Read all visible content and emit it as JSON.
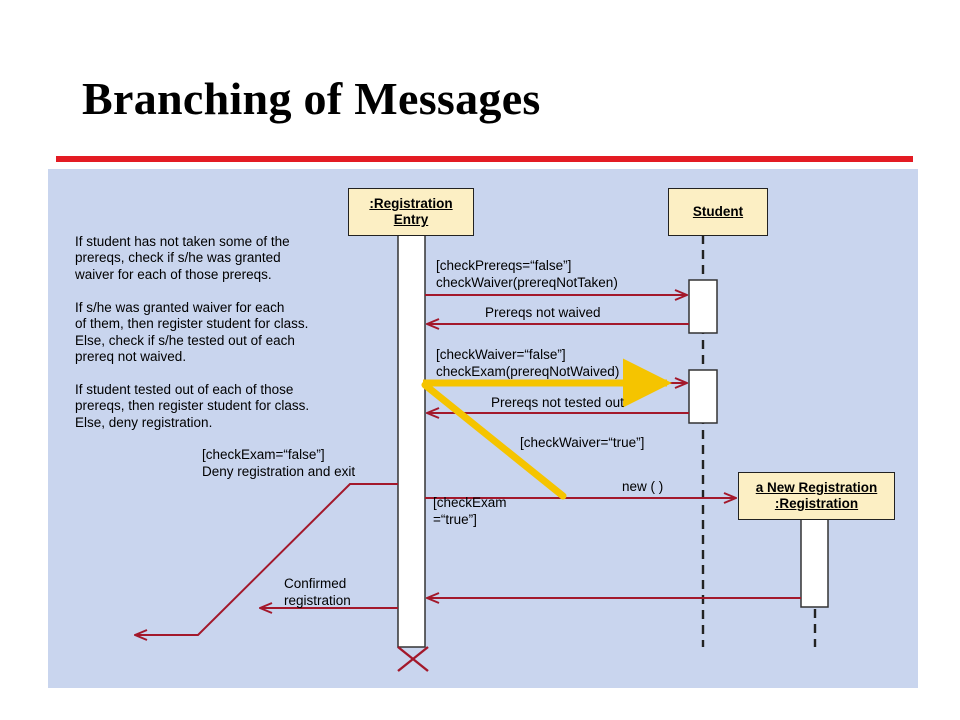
{
  "slide": {
    "title": "Branching of Messages"
  },
  "diagram": {
    "objects": {
      "registration_entry": ":Registration\nEntry",
      "student": "Student",
      "new_registration": "a New Registration\n:Registration"
    },
    "notes": {
      "note1": "If student has not taken some of the\nprereqs, check if s/he was granted\nwaiver for each of those prereqs.",
      "note2": "If s/he was granted waiver for each\nof them, then register student for class.\nElse, check if s/he tested out of each\nprereq not waived.",
      "note3": "If student tested out of each of those\nprereqs, then register student for class.\nElse, deny registration."
    },
    "messages": {
      "check_waiver": "[checkPrereqs=“false”]\ncheckWaiver(prereqNotTaken)",
      "prereqs_not_waived": "Prereqs not waived",
      "check_exam": "[checkWaiver=“false”]\ncheckExam(prereqNotWaived)",
      "prereqs_not_tested_out": "Prereqs not tested out",
      "check_waiver_true": "[checkWaiver=“true”]",
      "new_call": "new ( )",
      "check_exam_true": "[checkExam\n=“true”]",
      "deny_exit": "[checkExam=“false”]\nDeny registration and exit",
      "confirmed": "Confirmed\nregistration"
    },
    "colors": {
      "background": "#c9d5ee",
      "message_arrow": "#a3182b",
      "highlight": "#f5c400",
      "object_fill": "#fcefc4",
      "title_rule": "#e31b23"
    }
  }
}
